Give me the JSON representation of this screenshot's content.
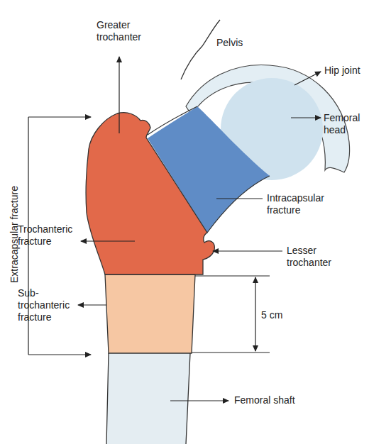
{
  "diagram": {
    "labels": [
      "Greater trochanter",
      "Pelvis",
      "Hip joint",
      "Femoral head",
      "Extracapsular fracture",
      "Intracapsular fracture",
      "Trochanteric fracture",
      "Lesser trochanter",
      "Sub-trochanteric fracture",
      "5 cm",
      "Femoral shaft"
    ]
  }
}
